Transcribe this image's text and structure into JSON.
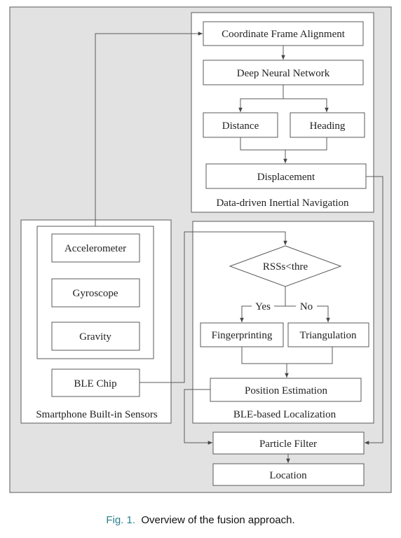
{
  "colors": {
    "outer_bg": "#e2e2e2",
    "caption_label": "#2a7f8f"
  },
  "nodes": {
    "coord_align": "Coordinate Frame Alignment",
    "dnn": "Deep Neural Network",
    "distance": "Distance",
    "heading": "Heading",
    "displacement": "Displacement",
    "accelerometer": "Accelerometer",
    "gyroscope": "Gyroscope",
    "gravity": "Gravity",
    "ble_chip": "BLE Chip",
    "decision": "RSSs<thre",
    "fingerprinting": "Fingerprinting",
    "triangulation": "Triangulation",
    "position_estimation": "Position Estimation",
    "particle_filter": "Particle Filter",
    "location": "Location"
  },
  "edges": {
    "yes": "Yes",
    "no": "No"
  },
  "panels": {
    "inertial": "Data-driven Inertial Navigation",
    "sensors": "Smartphone Built-in Sensors",
    "ble": "BLE-based Localization"
  },
  "caption": {
    "label": "Fig. 1.",
    "text": "Overview of the fusion approach."
  }
}
